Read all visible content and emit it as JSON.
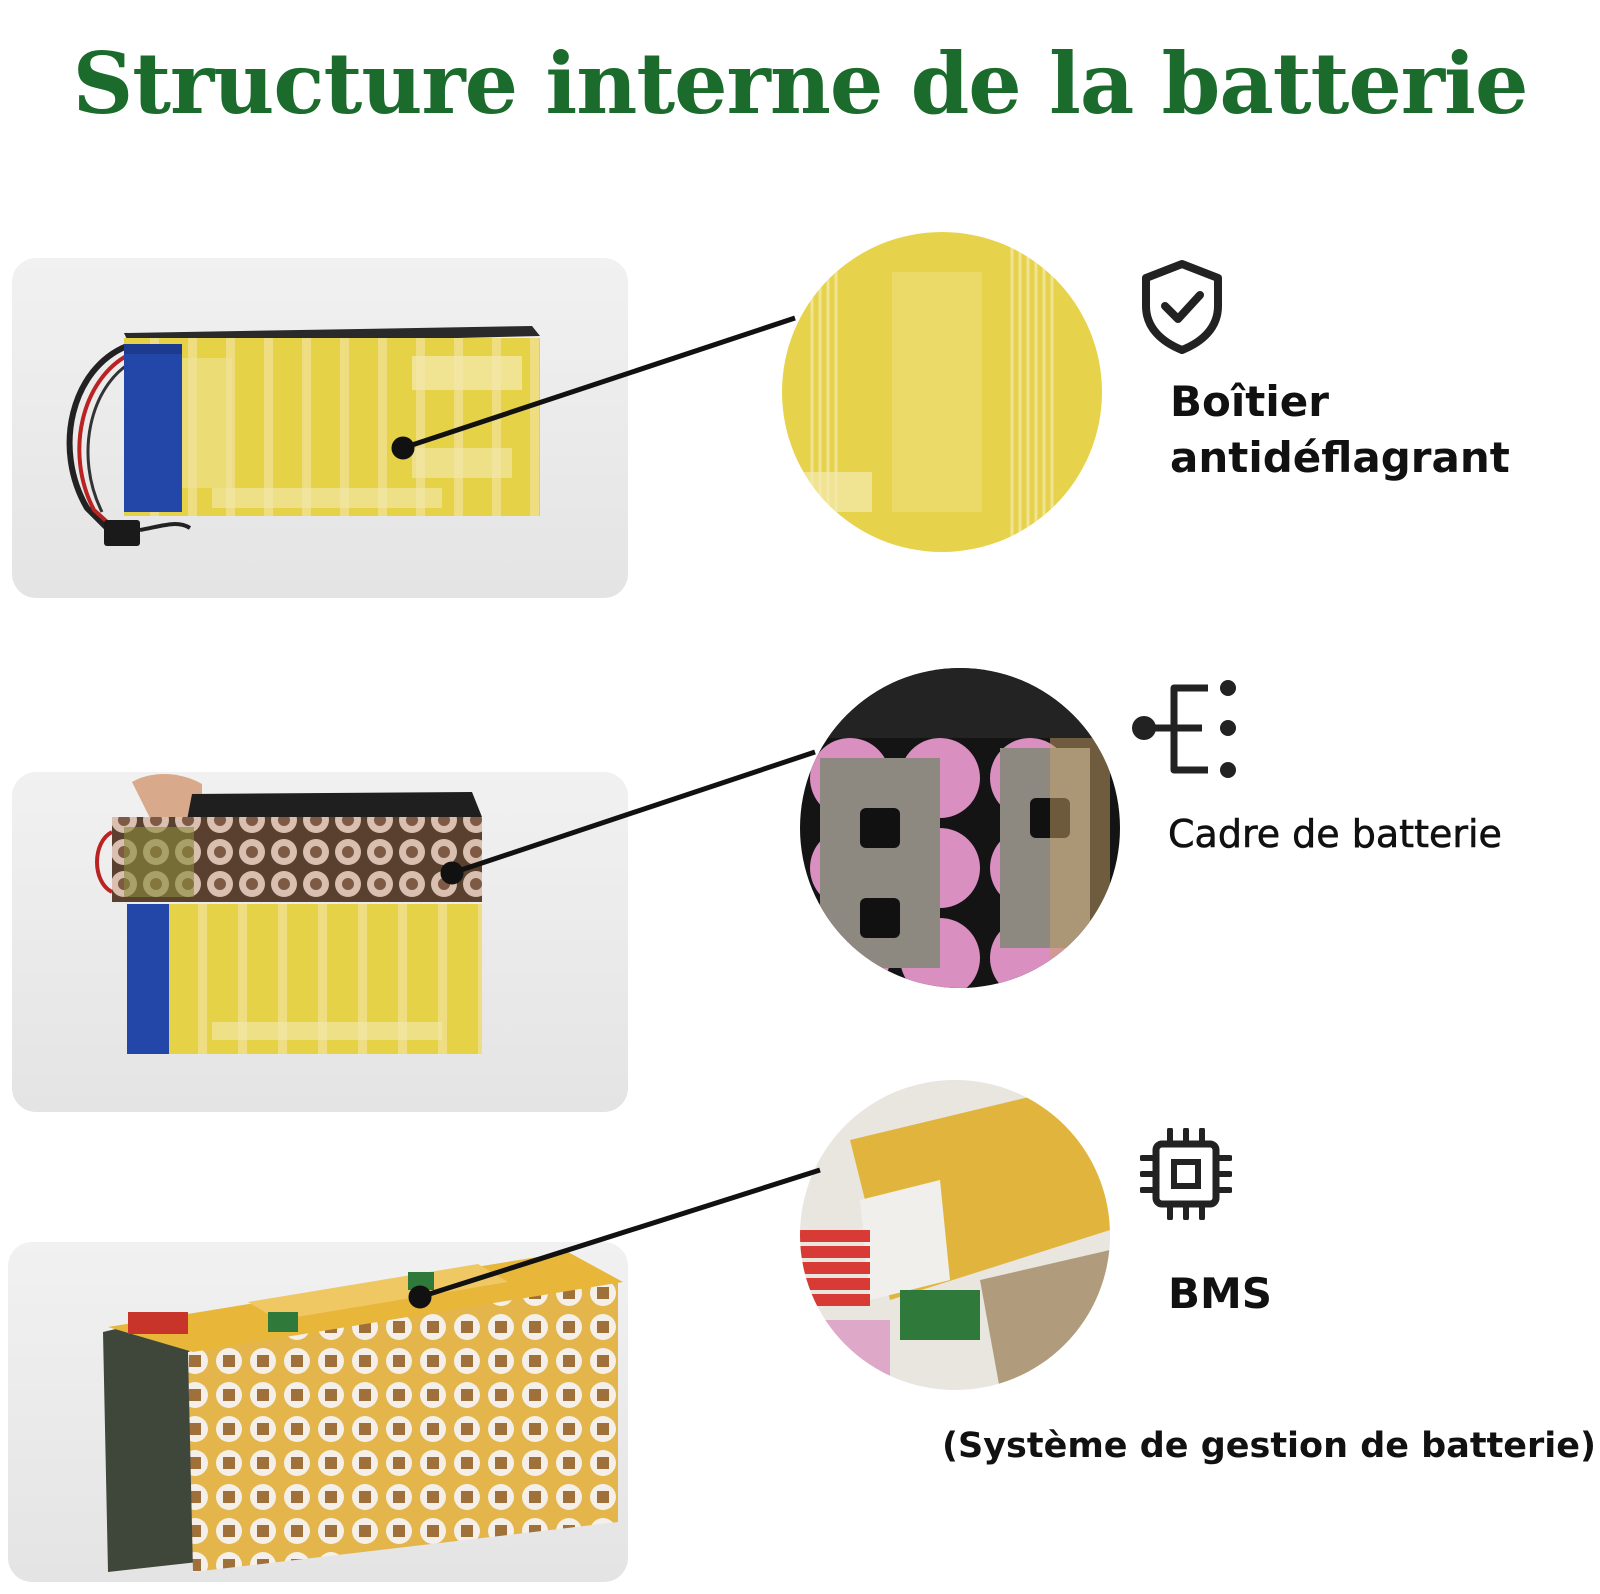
{
  "header": {
    "title": "Structure interne de la batterie"
  },
  "features": [
    {
      "icon": "shield-check-icon",
      "label_line1": "Boîtier",
      "label_line2": "antidéflagrant"
    },
    {
      "icon": "battery-frame-icon",
      "label": "Cadre de batterie"
    },
    {
      "icon": "chip-icon",
      "label": "BMS",
      "sublabel": "(Système de gestion de batterie)"
    }
  ],
  "colors": {
    "title": "#1b6b2c",
    "tape_yellow": "#e9d64a",
    "cell_pink": "#d98fbf",
    "wrap_blue": "#2347a8"
  }
}
